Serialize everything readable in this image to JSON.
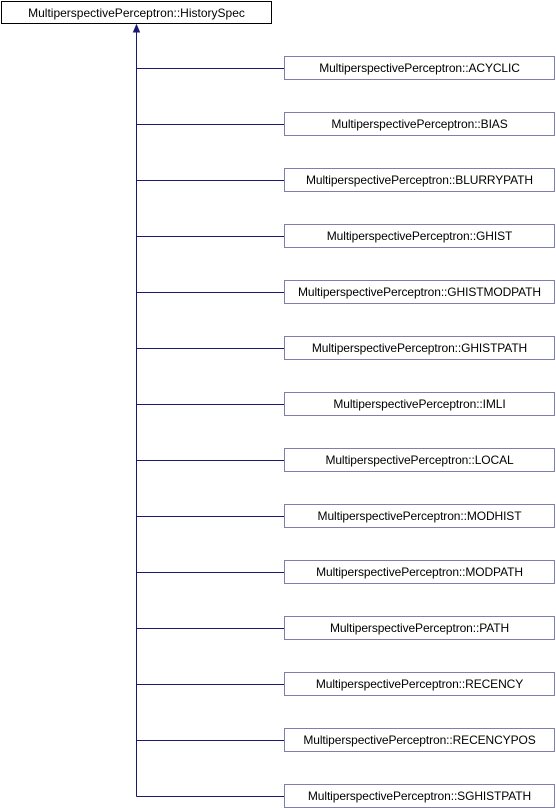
{
  "base_class": {
    "label": "MultiperspectivePerceptron::HistorySpec"
  },
  "derived_classes": [
    {
      "label": "MultiperspectivePerceptron::ACYCLIC"
    },
    {
      "label": "MultiperspectivePerceptron::BIAS"
    },
    {
      "label": "MultiperspectivePerceptron::BLURRYPATH"
    },
    {
      "label": "MultiperspectivePerceptron::GHIST"
    },
    {
      "label": "MultiperspectivePerceptron::GHISTMODPATH"
    },
    {
      "label": "MultiperspectivePerceptron::GHISTPATH"
    },
    {
      "label": "MultiperspectivePerceptron::IMLI"
    },
    {
      "label": "MultiperspectivePerceptron::LOCAL"
    },
    {
      "label": "MultiperspectivePerceptron::MODHIST"
    },
    {
      "label": "MultiperspectivePerceptron::MODPATH"
    },
    {
      "label": "MultiperspectivePerceptron::PATH"
    },
    {
      "label": "MultiperspectivePerceptron::RECENCY"
    },
    {
      "label": "MultiperspectivePerceptron::RECENCYPOS"
    },
    {
      "label": "MultiperspectivePerceptron::SGHISTPATH"
    }
  ],
  "colors": {
    "edge": "#191970",
    "base_border": "#000000",
    "child_border": "#7f7fad"
  }
}
